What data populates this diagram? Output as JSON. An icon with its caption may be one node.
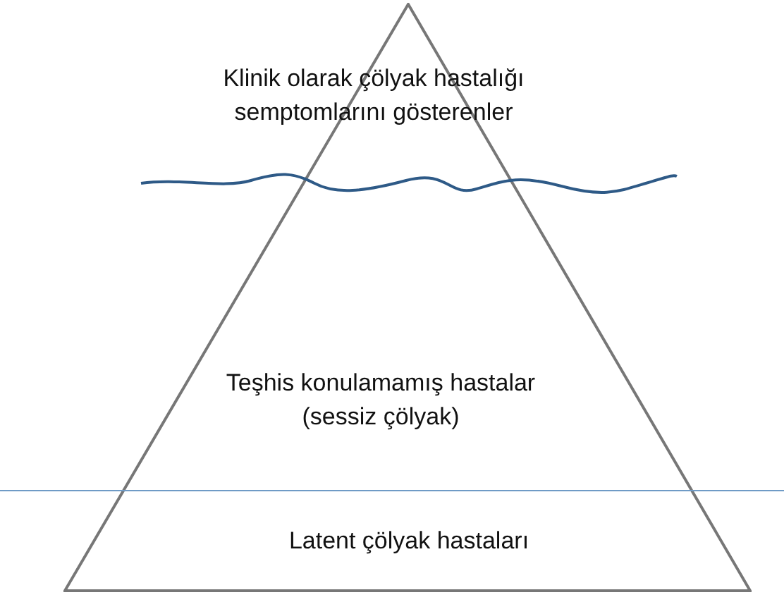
{
  "diagram": {
    "nodes": [
      {
        "text": [
          "Klinik olarak çölyak hastalığı semptomlarını gösterenler",
          "Teşhis konulamamış hastalar (sessiz çölyak)",
          "Latent çölyak hastaları"
        ]
      }
    ]
  }
}
